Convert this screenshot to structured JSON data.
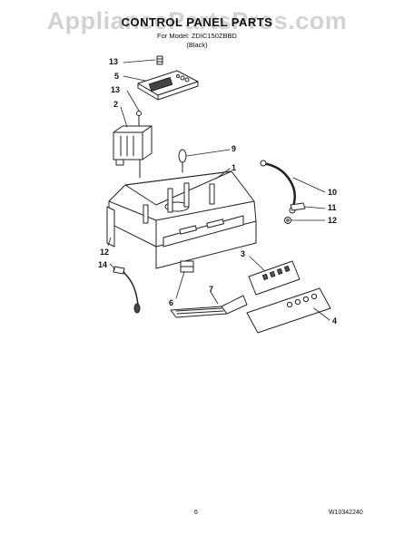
{
  "watermark": "AppliancePartsPros.com",
  "title": "CONTROL PANEL PARTS",
  "model_line": "For Model: ZDIC150ZBBD",
  "color_line": "(Black)",
  "callouts": [
    "13",
    "5",
    "13",
    "2",
    "9",
    "1",
    "10",
    "11",
    "12",
    "12",
    "14",
    "3",
    "7",
    "6",
    "4"
  ],
  "footer": {
    "page_number": "6",
    "doc_number": "W10342240"
  },
  "colors": {
    "line": "#222222",
    "watermark": "#d2d2d2"
  }
}
